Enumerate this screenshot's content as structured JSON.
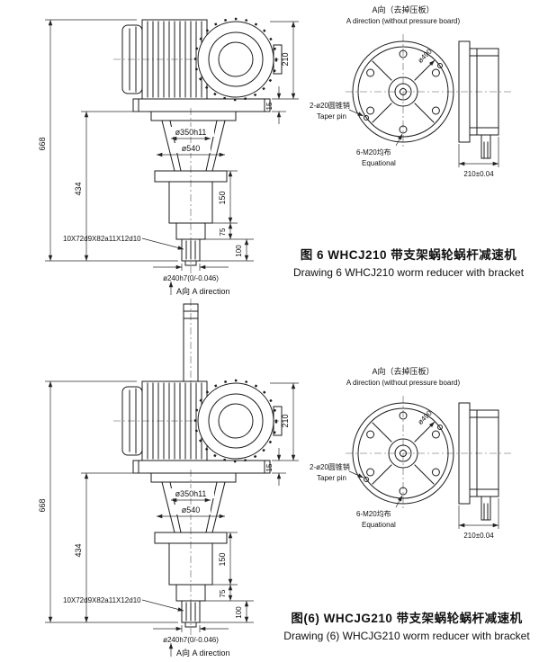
{
  "shared": {
    "side_dims": {
      "overall_height": "668",
      "bracket_height": "434",
      "motor_height": "210",
      "plate_thickness": "15",
      "spigot_dia": "ø350h11",
      "flange_dia": "ø540",
      "len_150": "150",
      "len_75": "75",
      "len_100": "100",
      "spline_spec": "10X72d9X82a11X12d10",
      "shaft_dia": "ø240h7(0/-0.046)",
      "view_arrow": "A向 A direction"
    },
    "end_view": {
      "title_cn": "A向（去掉压板）",
      "title_en": "A direction (without pressure board)",
      "taper_pin_cn": "2-ø20圆锥销",
      "taper_pin_en": "Taper pin",
      "bolts_cn": "6-M20均布",
      "bolts_en": "Equational",
      "width_dim": "210±0.04",
      "bolt_circle_dia": "ø490"
    }
  },
  "figure1": {
    "caption_cn": "图 6  WHCJ210 带支架蜗轮蜗杆减速机",
    "caption_en": "Drawing 6 WHCJ210  worm reducer with bracket"
  },
  "figure2": {
    "caption_cn": "图(6)  WHCJG210 带支架蜗轮蜗杆减速机",
    "caption_en": "Drawing (6) WHCJG210  worm reducer with bracket"
  }
}
